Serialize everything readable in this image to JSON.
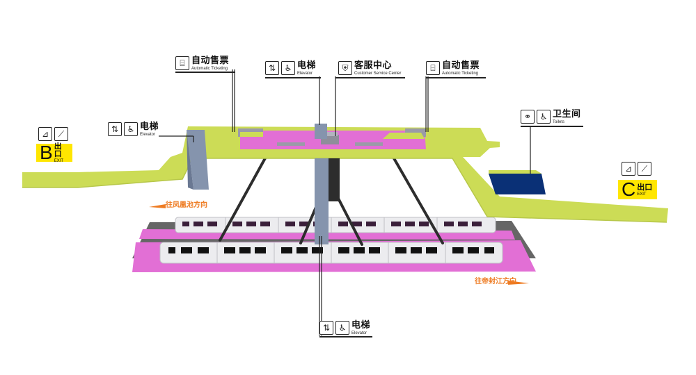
{
  "colors": {
    "concourse": "#ccdc56",
    "paid_area": "#e26fd5",
    "platform": "#e26fd5",
    "track": "#666666",
    "train": "#ececef",
    "train_window": "#111111",
    "elevator_shaft": "#8594ad",
    "service_block": "#0a3076",
    "direction_text": "#ee7b22",
    "exit_sign": "#ffe600"
  },
  "labels": {
    "ticketing_left": {
      "icon": "ticket-machine-icon",
      "zh": "自动售票",
      "en": "Automatic Ticketing"
    },
    "elevator_top": {
      "icon": "elevator-icon",
      "icon2": "wheelchair-icon",
      "zh": "电梯",
      "en": "Elevator"
    },
    "service_center": {
      "icon": "service-desk-icon",
      "zh": "客服中心",
      "en": "Customer Service Center"
    },
    "ticketing_right": {
      "icon": "ticket-machine-icon",
      "zh": "自动售票",
      "en": "Automatic Ticketing"
    },
    "elevator_left": {
      "icon": "elevator-icon",
      "icon2": "wheelchair-icon",
      "zh": "电梯",
      "en": "Elevator"
    },
    "toilets": {
      "icon": "toilet-icon",
      "icon2": "wheelchair-icon",
      "zh": "卫生间",
      "en": "Toilets"
    },
    "elevator_bottom": {
      "icon": "elevator-icon",
      "icon2": "wheelchair-icon",
      "zh": "电梯",
      "en": "Elevator"
    }
  },
  "exits": {
    "b": {
      "letter": "B",
      "zh": "出口",
      "en": "EXIT",
      "icon": "stairs-icon",
      "icon2": "escalator-icon"
    },
    "c": {
      "letter": "C",
      "zh": "出口",
      "en": "EXIT",
      "icon": "stairs-icon",
      "icon2": "escalator-icon"
    }
  },
  "directions": {
    "left": "往凤凰池方向",
    "right": "往帝封江方向"
  }
}
